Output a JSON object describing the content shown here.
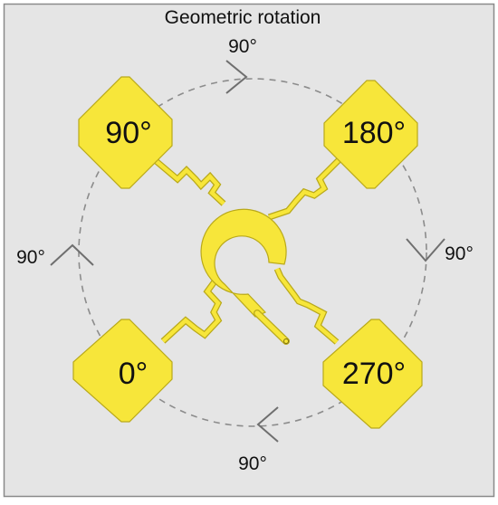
{
  "diagram": {
    "title": "Geometric rotation",
    "ports": [
      {
        "label": "90°"
      },
      {
        "label": "180°"
      },
      {
        "label": "0°"
      },
      {
        "label": "270°"
      }
    ],
    "arc_labels": [
      {
        "label": "90°"
      },
      {
        "label": "90°"
      },
      {
        "label": "90°"
      },
      {
        "label": "90°"
      }
    ]
  },
  "colors": {
    "background": "#e5e5e5",
    "border": "#8a8a8a",
    "metal": "#f7e63a",
    "metal_outline": "#b9a91a",
    "dashed_circle": "#8c8c8c",
    "arrow": "#6f6f6f",
    "text": "#111111"
  }
}
